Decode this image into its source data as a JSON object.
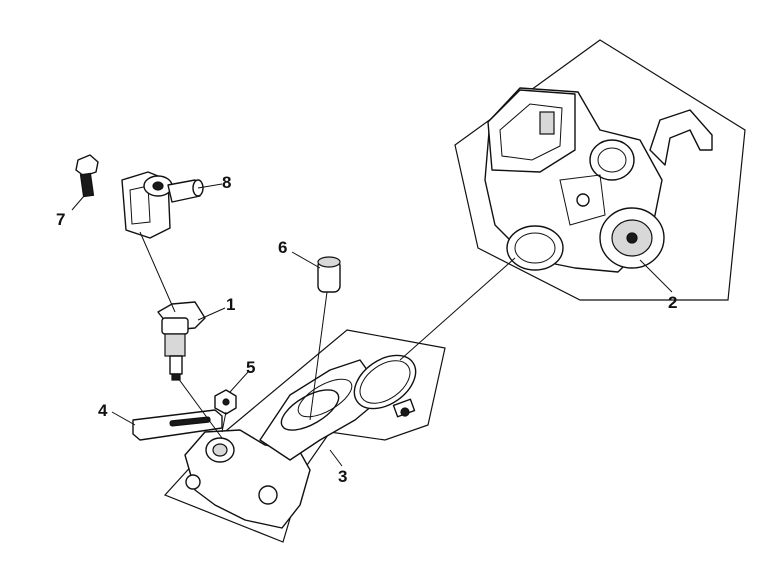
{
  "callouts": [
    {
      "id": "1",
      "label": "1"
    },
    {
      "id": "2",
      "label": "2"
    },
    {
      "id": "3",
      "label": "3"
    },
    {
      "id": "4",
      "label": "4"
    },
    {
      "id": "5",
      "label": "5"
    },
    {
      "id": "6",
      "label": "6"
    },
    {
      "id": "7",
      "label": "7"
    },
    {
      "id": "8",
      "label": "8"
    }
  ],
  "colors": {
    "line": "#111111",
    "background": "#ffffff",
    "shade": "#d8d8d8"
  }
}
